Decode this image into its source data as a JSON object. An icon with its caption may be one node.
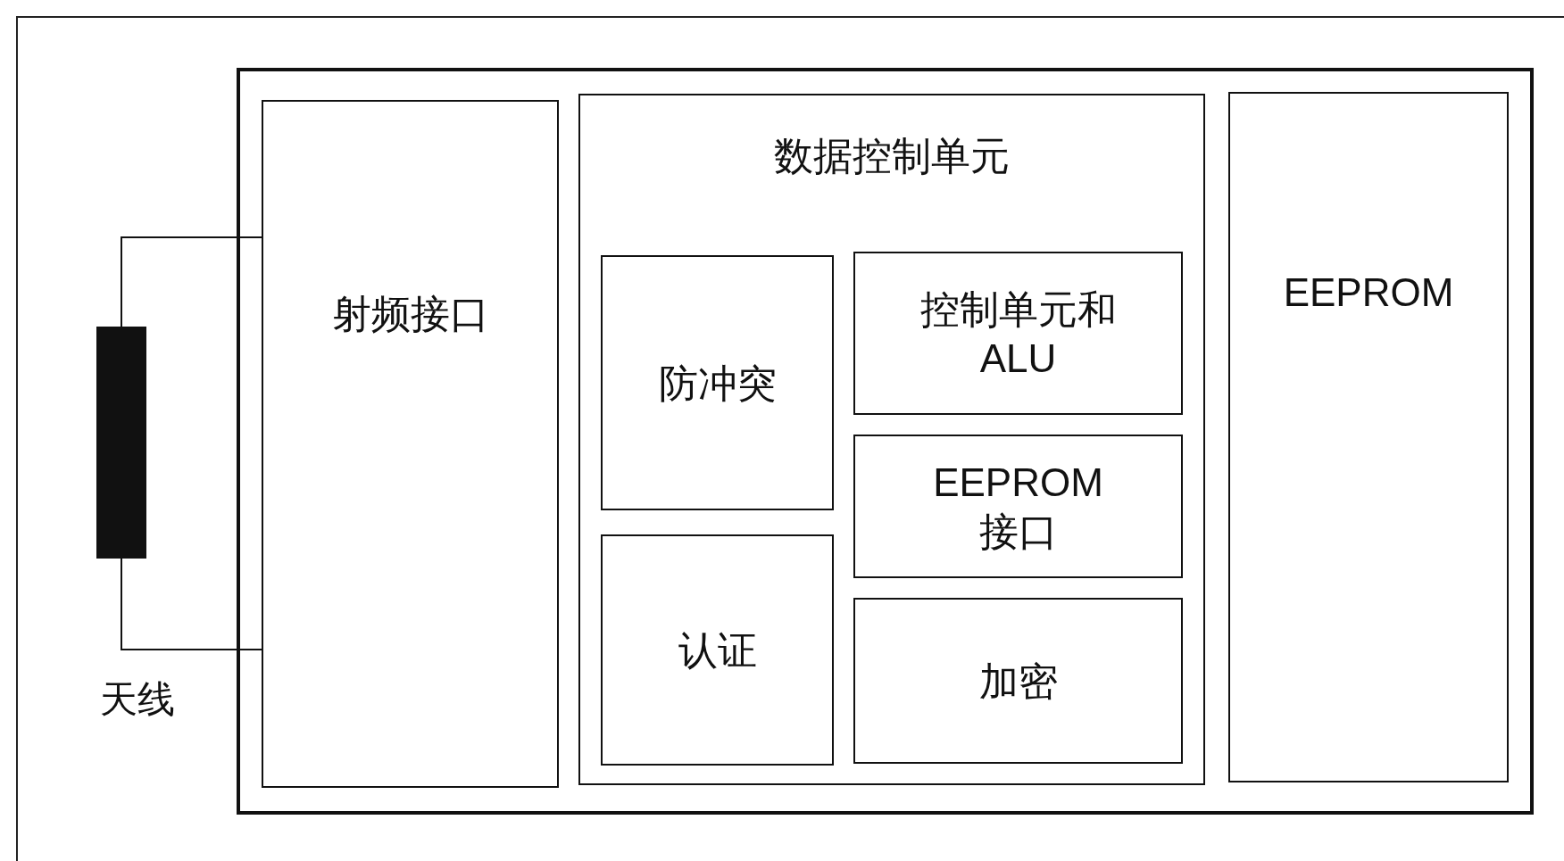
{
  "diagram": {
    "nodes": [
      {
        "text": [],
        "shape": "box"
      },
      {
        "text": [
          "射频接口"
        ],
        "in": 0
      },
      {
        "text": [
          "数据控制单元"
        ],
        "in": 0
      },
      {
        "text": [
          "防冲突"
        ],
        "in": 2
      },
      {
        "text": [
          "控制单元和 ALU"
        ],
        "in": 2
      },
      {
        "text": [
          "EEPROM 接口"
        ],
        "in": 2
      },
      {
        "text": [
          "认证"
        ],
        "in": 2
      },
      {
        "text": [
          "加密"
        ],
        "in": 2
      },
      {
        "text": [
          "EEPROM"
        ],
        "in": 0
      },
      {
        "text": [],
        "shape": "bar",
        "beside": [
          "天线"
        ]
      }
    ],
    "edges": [
      {
        "from": 9,
        "to": 1,
        "arrow": "none"
      },
      {
        "from": 9,
        "to": 1,
        "arrow": "none"
      }
    ]
  }
}
